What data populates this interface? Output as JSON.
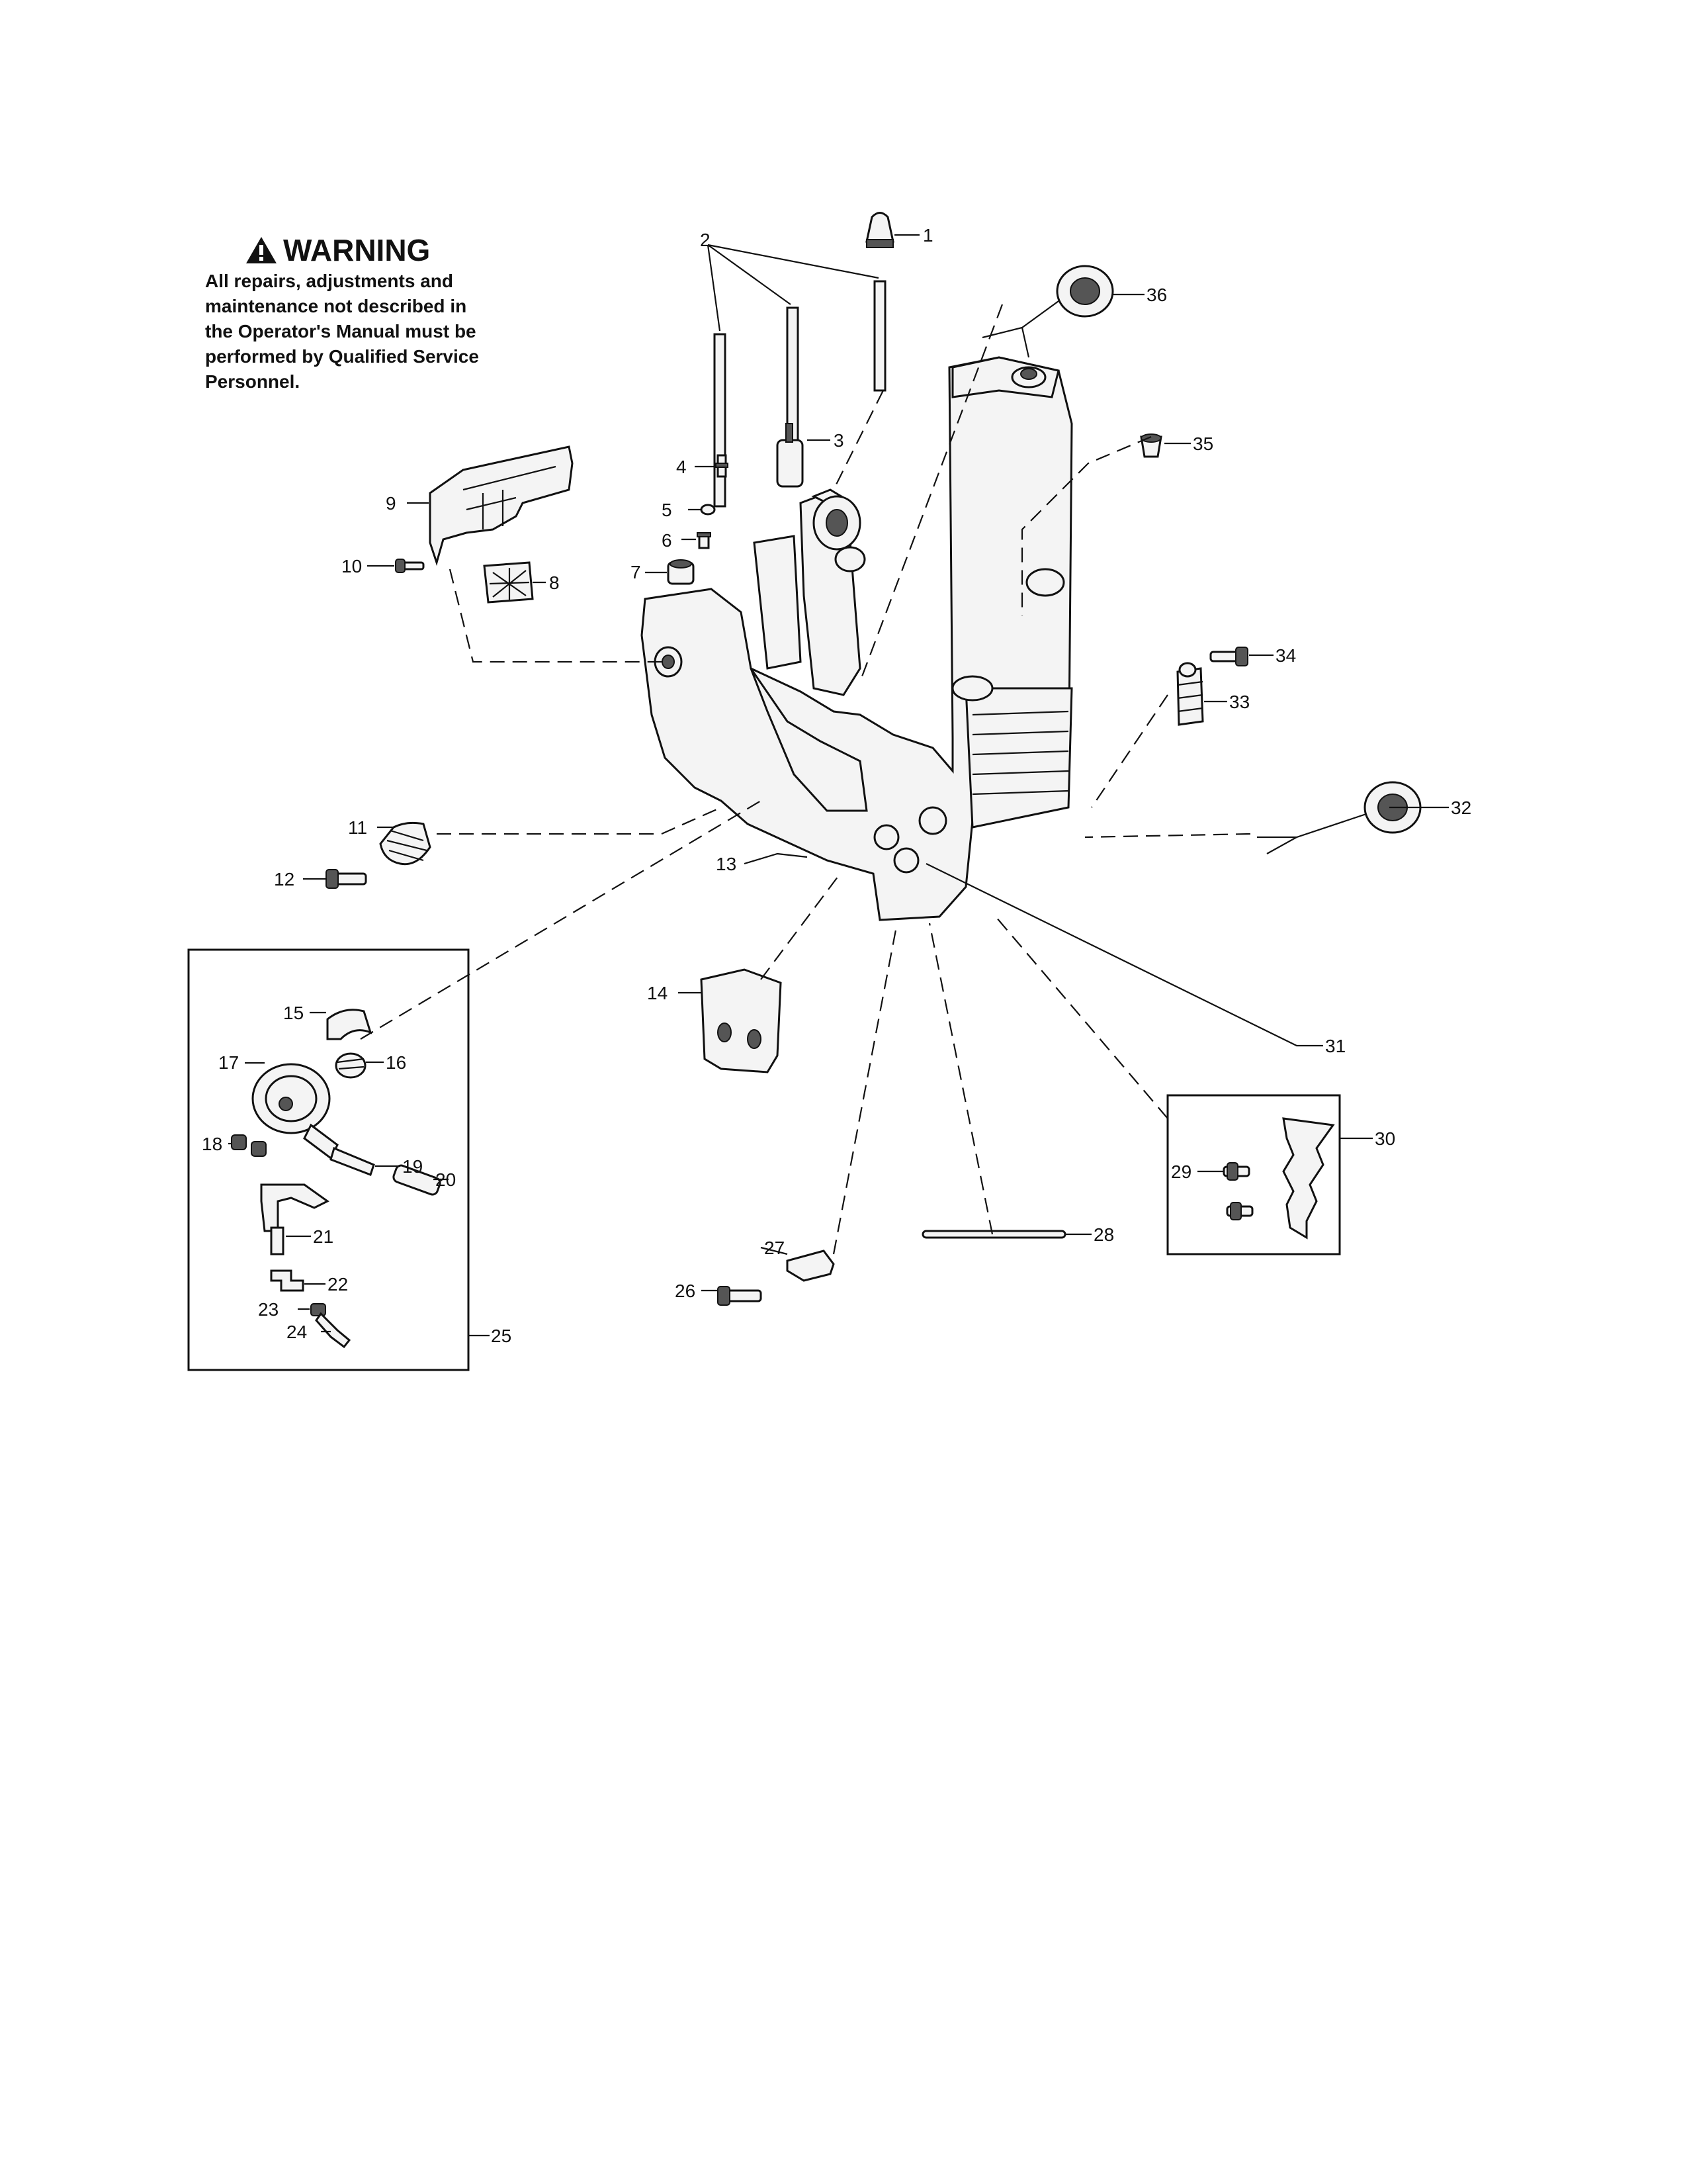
{
  "warning": {
    "title": "WARNING",
    "text": "All repairs, adjustments and\nmaintenance not described in\nthe Operator's Manual must be\nperformed by Qualified Service\nPersonnel."
  },
  "callouts": {
    "c1": "1",
    "c2": "2",
    "c3": "3",
    "c4": "4",
    "c5": "5",
    "c6": "6",
    "c7": "7",
    "c8": "8",
    "c9": "9",
    "c10": "10",
    "c11": "11",
    "c12": "12",
    "c13": "13",
    "c14": "14",
    "c15": "15",
    "c16": "16",
    "c17": "17",
    "c18": "18",
    "c19": "19",
    "c20": "20",
    "c21": "21",
    "c22": "22",
    "c23": "23",
    "c24": "24",
    "c25": "25",
    "c26": "26",
    "c27": "27",
    "c28": "28",
    "c29": "29",
    "c30": "30",
    "c31": "31",
    "c32": "32",
    "c33": "33",
    "c34": "34",
    "c35": "35",
    "c36": "36"
  }
}
